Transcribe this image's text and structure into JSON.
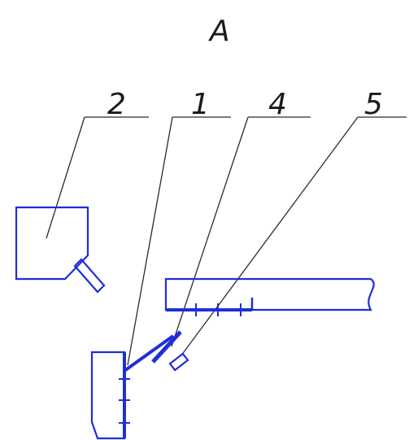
{
  "view_label": "A",
  "callouts": [
    {
      "id": "2",
      "label": "2"
    },
    {
      "id": "1",
      "label": "1"
    },
    {
      "id": "4",
      "label": "4"
    },
    {
      "id": "5",
      "label": "5"
    }
  ],
  "colors": {
    "part_stroke": "#1f2fd6",
    "leader_stroke": "#2a2a2a",
    "text": "#1a1a1a",
    "background": "#ffffff"
  }
}
